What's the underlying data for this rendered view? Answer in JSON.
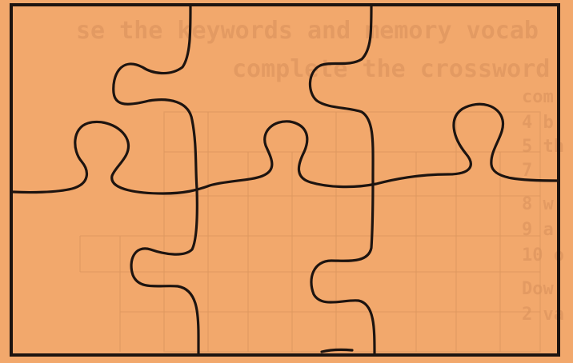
{
  "background_color": "#f2a86c",
  "line_color": "#1d1410",
  "ghost_color": "#d8905a",
  "bleed_through": {
    "line1": "se the keywords and memory vocab",
    "line2": "complete the crossword",
    "side": [
      "com",
      "4 b",
      "5 th",
      "7",
      "8 w",
      "9 a",
      "10 o",
      "Dow",
      "2 va"
    ]
  }
}
